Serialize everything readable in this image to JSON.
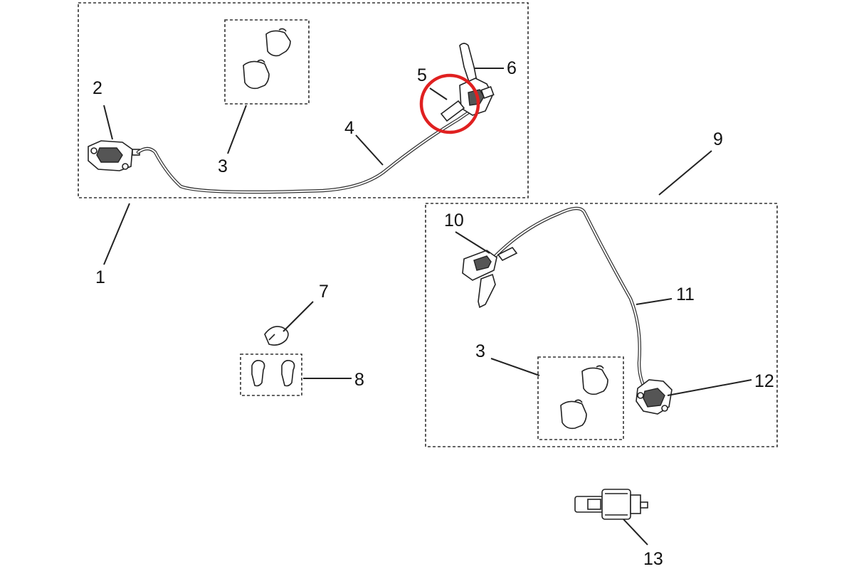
{
  "callouts": {
    "c1": "1",
    "c2": "2",
    "c3a": "3",
    "c4": "4",
    "c5": "5",
    "c6": "6",
    "c7": "7",
    "c8": "8",
    "c9": "9",
    "c10": "10",
    "c11": "11",
    "c12": "12",
    "c3b": "3",
    "c13": "13"
  },
  "colors": {
    "highlight": "#e02020",
    "line": "#222222",
    "background": "#ffffff"
  },
  "icons": {
    "caliper": "brake-caliper-icon",
    "pads": "brake-pad-icon",
    "lever": "brake-lever-icon",
    "hose": "brake-hose-icon",
    "clip": "hose-clip-icon",
    "switch": "brake-light-switch-icon"
  }
}
